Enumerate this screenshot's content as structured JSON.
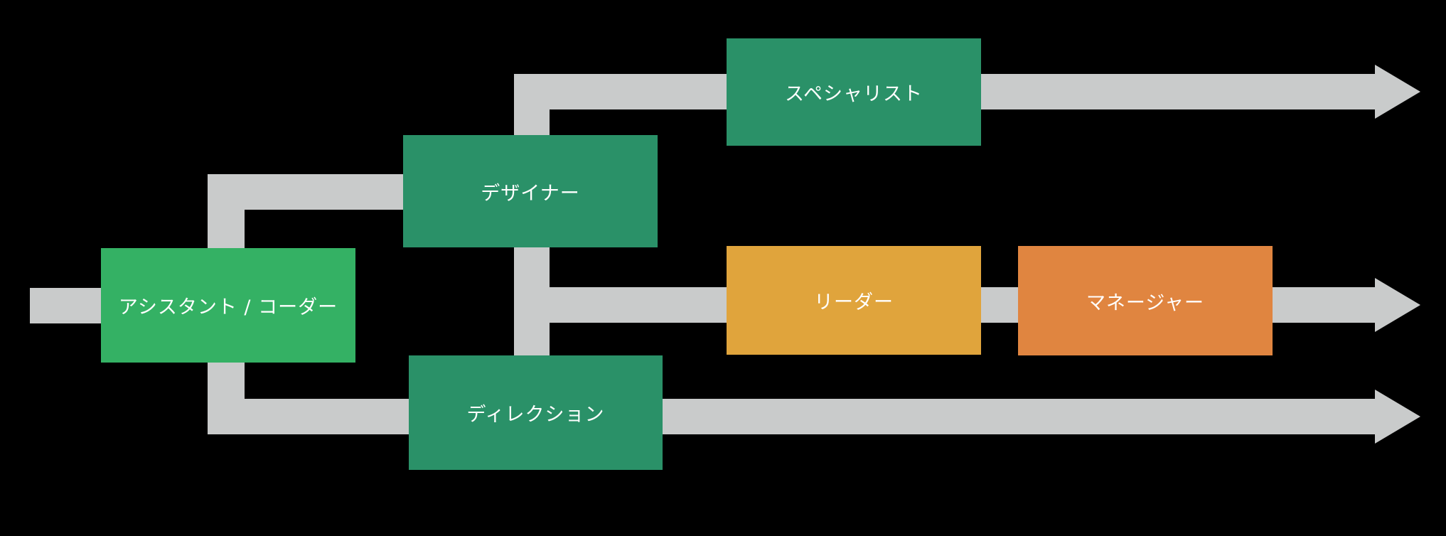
{
  "diagram": {
    "title": "career-path-flow",
    "background_color": "#000000",
    "connector_color": "#c9cbcb",
    "text_color": "#ffffff",
    "nodes": [
      {
        "id": "assistant-coder",
        "label": "アシスタント / コーダー",
        "color": "#34b164"
      },
      {
        "id": "designer",
        "label": "デザイナー",
        "color": "#2a9168"
      },
      {
        "id": "specialist",
        "label": "スペシャリスト",
        "color": "#2a9168"
      },
      {
        "id": "leader",
        "label": "リーダー",
        "color": "#e0a43c"
      },
      {
        "id": "manager",
        "label": "マネージャー",
        "color": "#e08540"
      },
      {
        "id": "direction",
        "label": "ディレクション",
        "color": "#2a9168"
      }
    ],
    "flows": [
      {
        "from": "start",
        "to": "アシスタント / コーダー"
      },
      {
        "from": "アシスタント / コーダー",
        "to": "デザイナー"
      },
      {
        "from": "デザイナー",
        "to": "スペシャリスト"
      },
      {
        "from": "スペシャリスト",
        "to": "exit-right-top"
      },
      {
        "from": "デザイナー",
        "to": "リーダー"
      },
      {
        "from": "リーダー",
        "to": "マネージャー"
      },
      {
        "from": "マネージャー",
        "to": "exit-right-middle"
      },
      {
        "from": "デザイナー",
        "to": "ディレクション"
      },
      {
        "from": "アシスタント / コーダー",
        "to": "ディレクション"
      },
      {
        "from": "ディレクション",
        "to": "exit-right-bottom"
      }
    ]
  }
}
